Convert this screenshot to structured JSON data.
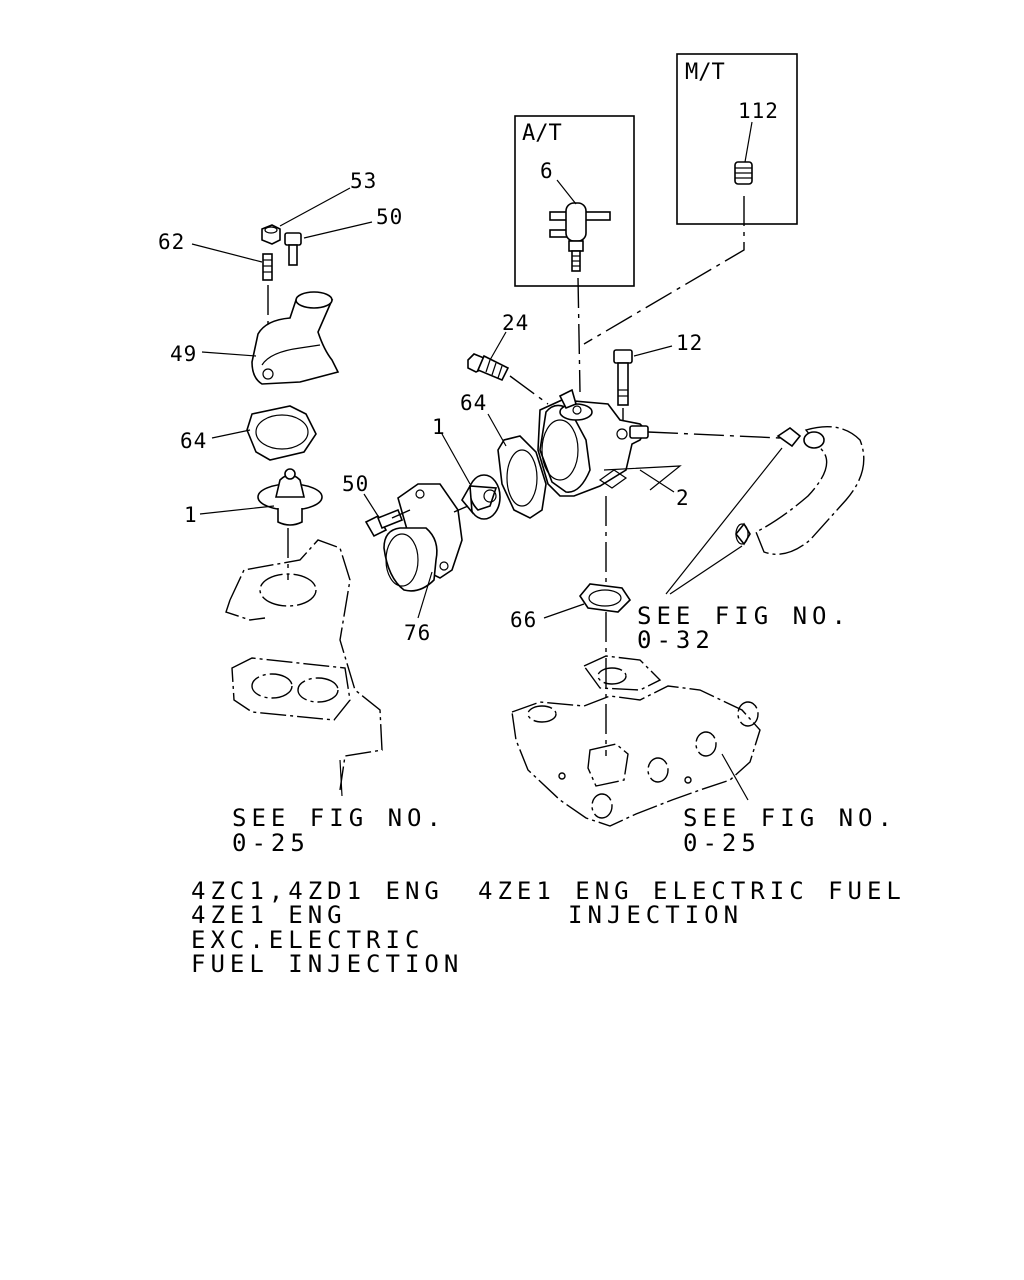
{
  "variant_boxes": {
    "at": "A/T",
    "mt": "M/T"
  },
  "callouts": {
    "p53": "53",
    "p50_left": "50",
    "p62": "62",
    "p49": "49",
    "p64_left": "64",
    "p1_left": "1",
    "p6": "6",
    "p112": "112",
    "p24": "24",
    "p12": "12",
    "p64_right": "64",
    "p1_right": "1",
    "p2": "2",
    "p50_right": "50",
    "p76": "76",
    "p66": "66"
  },
  "references": {
    "left_line1": "SEE FIG NO.",
    "left_line2": "0-25",
    "right_line1": "SEE FIG NO.",
    "right_line2": "0-25",
    "hose_line1": "SEE FIG NO.",
    "hose_line2": "0-32"
  },
  "applicability": {
    "left": [
      "4ZC1,4ZD1 ENG",
      "4ZE1 ENG",
      "EXC.ELECTRIC",
      "FUEL INJECTION"
    ],
    "right": [
      "4ZE1 ENG ELECTRIC FUEL",
      "INJECTION"
    ]
  }
}
